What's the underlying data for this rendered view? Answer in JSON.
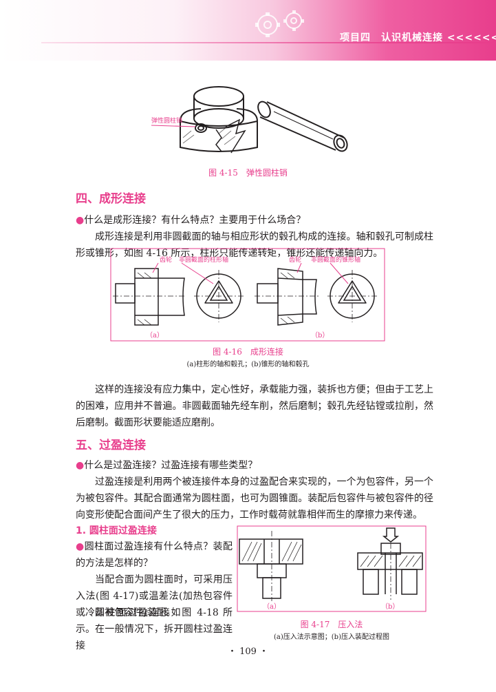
{
  "header": {
    "title": "项目四　认识机械连接 <<<<<<<"
  },
  "fig415": {
    "label": "弹性圆柱销",
    "caption": "图 4-15　弹性圆柱销"
  },
  "section4": {
    "heading": "四、成形连接",
    "question": "什么是成形连接？有什么特点？主要用于什么场合？",
    "para1": "成形连接是利用非圆截面的轴与相应形状的毂孔构成的连接。轴和毂孔可制成柱形或锥形，如图 4-16 所示，柱形只能传递转矩，锥形还能传递轴向力。",
    "para2": "这样的连接没有应力集中，定心性好，承载能力强，装拆也方便；但由于工艺上的困难，应用并不普遍。非圆截面轴先经车削，然后磨制；毂孔先经钻镗或拉削，然后磨制。截面形状要能适应磨削。"
  },
  "fig416": {
    "label_a1": "齿轮",
    "label_a2": "非圆截面的柱形轴",
    "label_b1": "齿轮",
    "label_b2": "非圆截面的锥形轴",
    "tag_a": "（a）",
    "tag_b": "（b）",
    "caption": "图 4-16　成形连接",
    "subcaption": "(a)柱形的轴和毂孔；(b)锥形的轴和毂孔"
  },
  "section5": {
    "heading": "五、过盈连接",
    "question": "什么是过盈连接？过盈连接有哪些类型？",
    "para1": "过盈连接是利用两个被连接件本身的过盈配合来实现的，一个为包容件，另一个为被包容件。其配合面通常为圆柱面，也可为圆锥面。装配后包容件与被包容件的径向变形使配合面间产生了很大的压力，工作时载荷就靠相伴而生的摩擦力来传递。",
    "sub1_heading": "1. 圆柱面过盈连接",
    "sub1_question": "圆柱面过盈连接有什么特点？装配的方法是怎样的？",
    "sub1_para1": "当配合面为圆柱面时，可采用压入法(图 4-17)或温差法(加热包容件或冷却被包容件)装配。",
    "sub1_para2": "圆柱面过盈连接如图 4-18 所示。",
    "sub1_para3": "在一般情况下，拆开圆柱过盈连接"
  },
  "fig417": {
    "tag_a": "（a）",
    "tag_b": "（b）",
    "caption": "图 4-17　压入法",
    "subcaption": "(a)压入法示意图；(b)压入装配过程图"
  },
  "page": {
    "number": "・ 109 ・"
  },
  "colors": {
    "accent": "#e83e8c",
    "text": "#231f20"
  }
}
